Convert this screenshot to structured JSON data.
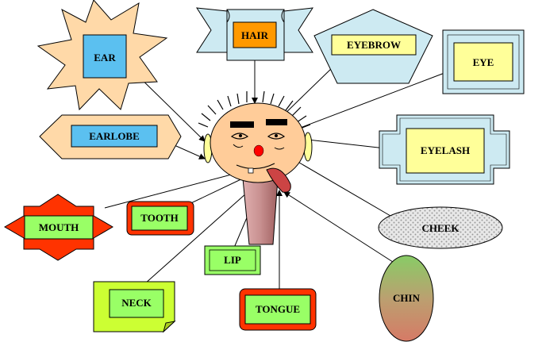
{
  "labels": {
    "ear": "EAR",
    "hair": "HAIR",
    "eyebrow": "EYEBROW",
    "eye": "EYE",
    "earlobe": "EARLOBE",
    "eyelash": "EYELASH",
    "cheek": "CHEEK",
    "mouth": "MOUTH",
    "tooth": "TOOTH",
    "lip": "LIP",
    "neck": "NECK",
    "tongue": "TONGUE",
    "chin": "CHIN"
  },
  "colors": {
    "star_fill": "#ffd9a8",
    "ear_box": "#5bc0f0",
    "hair_box": "#ff9900",
    "scroll_fill": "#cdeaf2",
    "pentagon_fill": "#cdeaf2",
    "yellow_box": "#ffff99",
    "red_fill": "#ff3300",
    "green_box": "#99ff66",
    "neck_note": "#ccff33",
    "face": "#ffcc99",
    "nose": "#ff0000",
    "tongue": "#cc4444",
    "neck_body": "#d9a0a0"
  }
}
